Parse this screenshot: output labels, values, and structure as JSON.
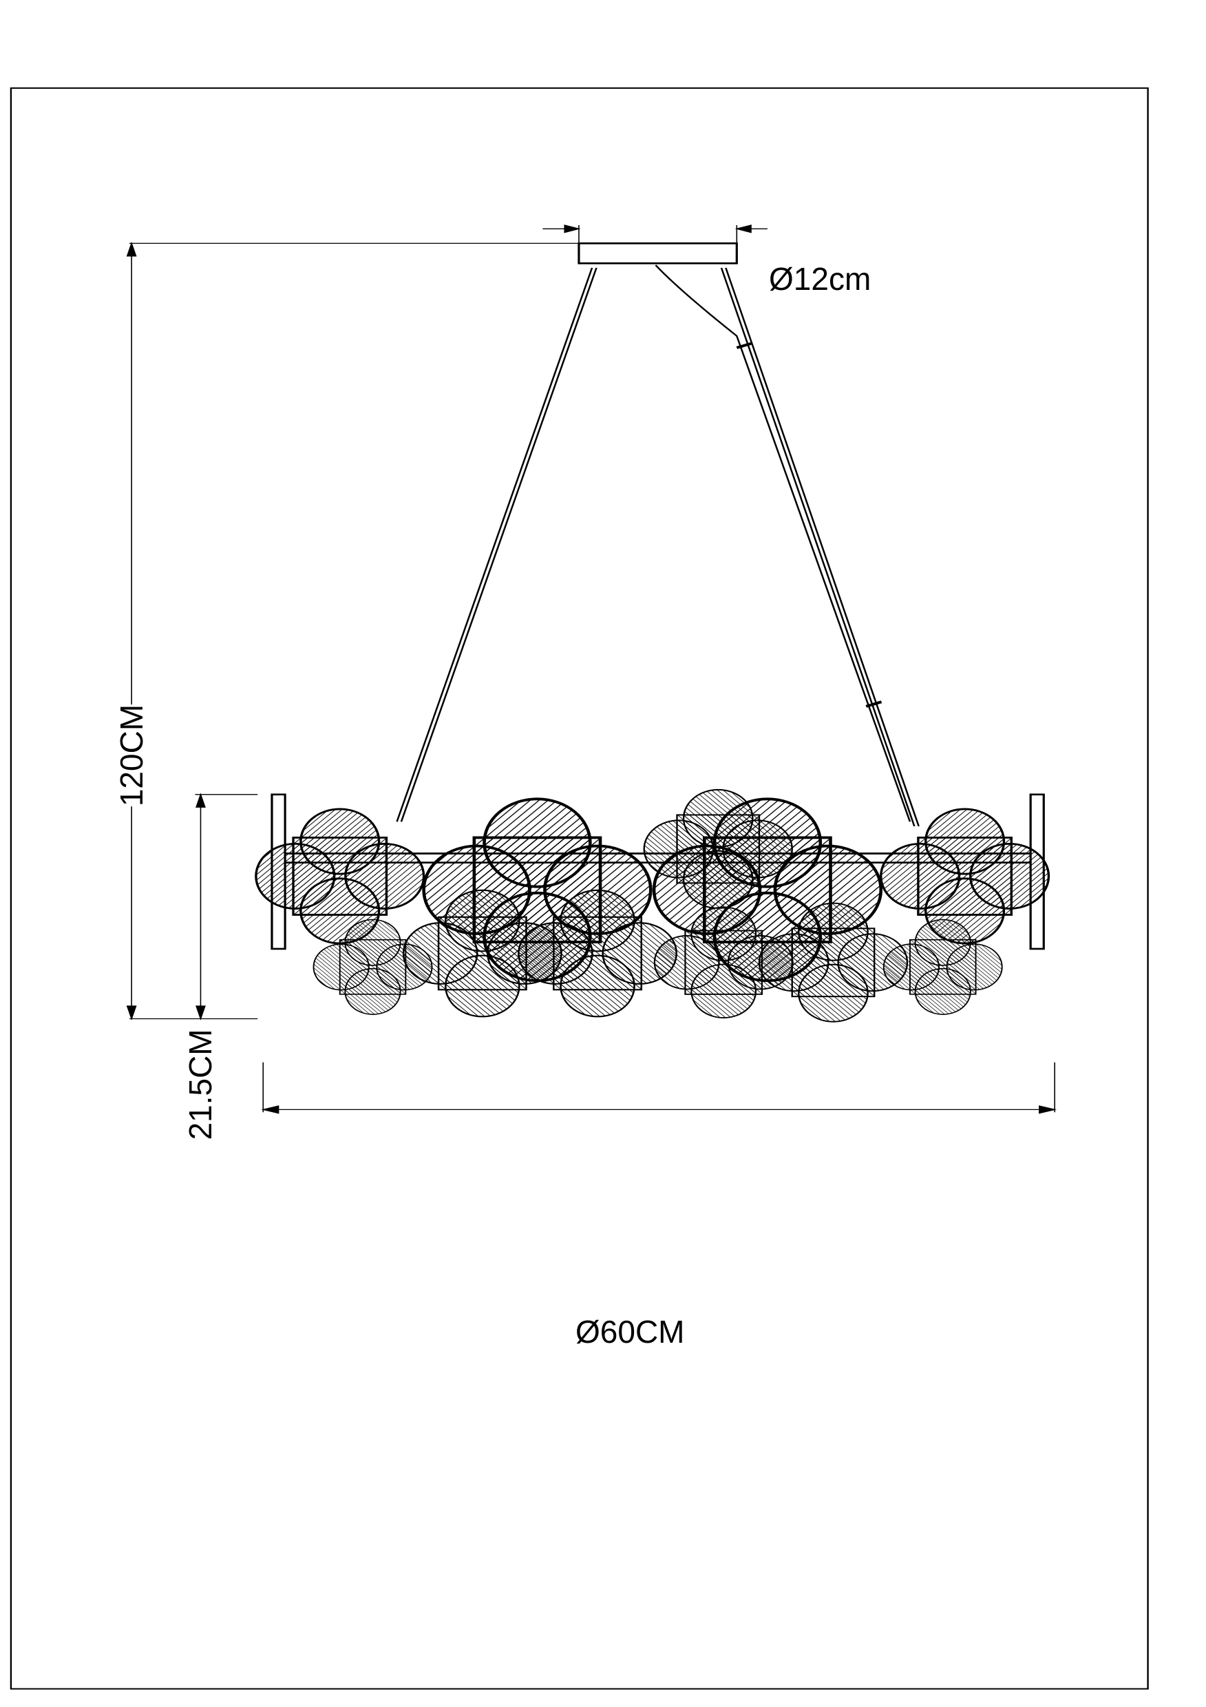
{
  "drawing": {
    "canopy_diameter_label": "Ø12cm",
    "total_height_label": "120CM",
    "body_height_label": "21.5CM",
    "body_diameter_label": "Ø60CM"
  },
  "colors": {
    "line": "#000000",
    "background": "#ffffff"
  }
}
